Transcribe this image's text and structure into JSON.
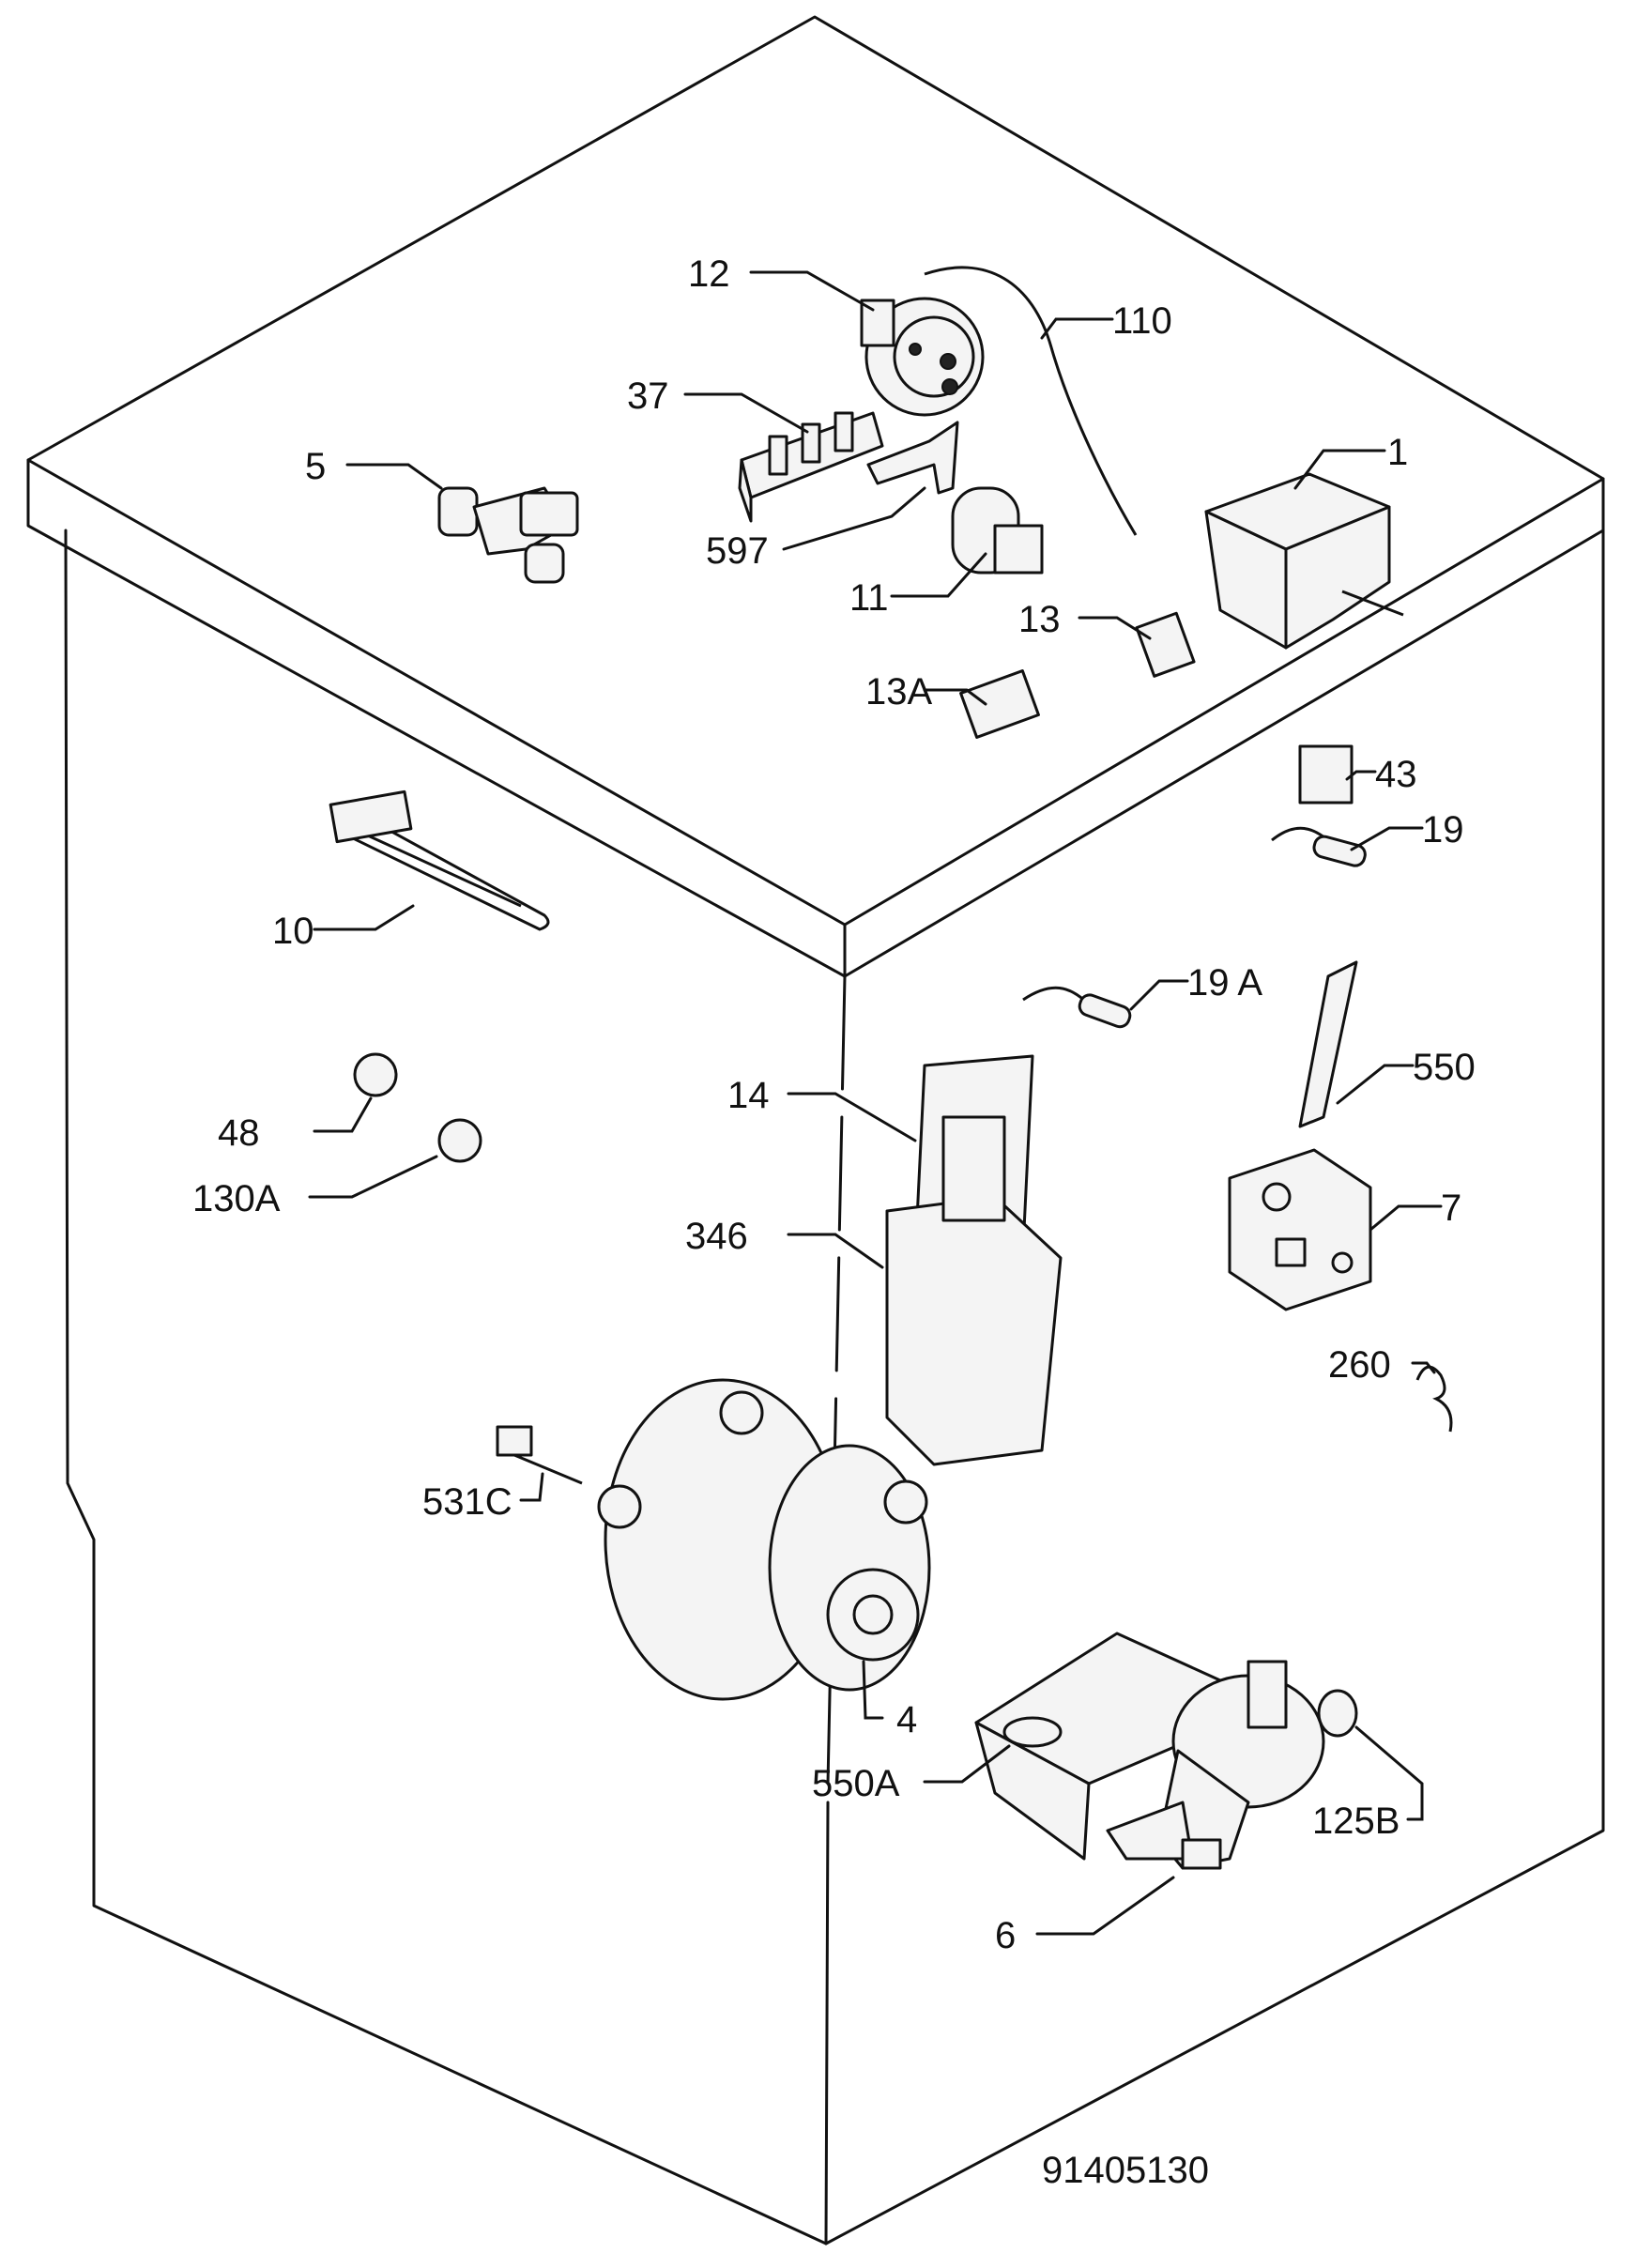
{
  "labels": {
    "p12": "12",
    "p110": "110",
    "p37": "37",
    "p5": "5",
    "p1": "1",
    "p597": "597",
    "p11": "11",
    "p13": "13",
    "p13a": "13A",
    "p43": "43",
    "p19": "19",
    "p10": "10",
    "p19a": "19 A",
    "p550": "550",
    "p14": "14",
    "p48": "48",
    "p130a": "130A",
    "p346": "346",
    "p7": "7",
    "p260": "260",
    "p531c": "531C",
    "p4": "4",
    "p550a": "550A",
    "p125b": "125B",
    "p6": "6"
  },
  "document_number": "91405130"
}
